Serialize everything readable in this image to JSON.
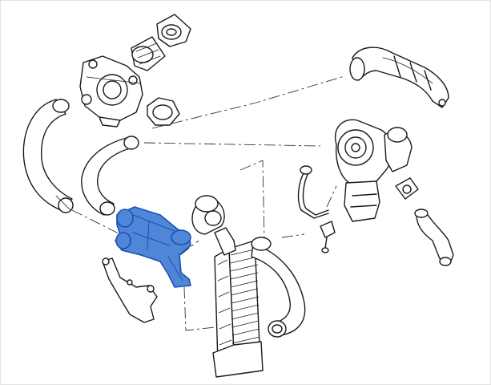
{
  "diagram": {
    "highlight_fill": "#4f86d8",
    "highlight_stroke": "#1c4fb0",
    "line_color": "#1a1a1a",
    "parts": [
      {
        "name": "throttle-body",
        "icon": "throttle-body-icon"
      },
      {
        "name": "air-connector-top",
        "icon": "connector-icon"
      },
      {
        "name": "air-sleeve-top",
        "icon": "sleeve-icon"
      },
      {
        "name": "sensor-ring",
        "icon": "ring-icon"
      },
      {
        "name": "intake-pipe-top-right",
        "icon": "pipe-icon"
      },
      {
        "name": "hose-left-long",
        "icon": "hose-icon"
      },
      {
        "name": "hose-middle",
        "icon": "hose-icon"
      },
      {
        "name": "intercooler-pipe-highlighted",
        "icon": "pipe-icon"
      },
      {
        "name": "mounting-bracket",
        "icon": "bracket-icon"
      },
      {
        "name": "elbow-hose",
        "icon": "hose-icon"
      },
      {
        "name": "intercooler",
        "icon": "radiator-icon"
      },
      {
        "name": "outlet-hose-right",
        "icon": "hose-icon"
      },
      {
        "name": "turbocharger",
        "icon": "turbo-icon"
      },
      {
        "name": "oil-feed-pipe",
        "icon": "pipe-icon"
      },
      {
        "name": "oil-return-pipe",
        "icon": "pipe-icon"
      }
    ]
  }
}
